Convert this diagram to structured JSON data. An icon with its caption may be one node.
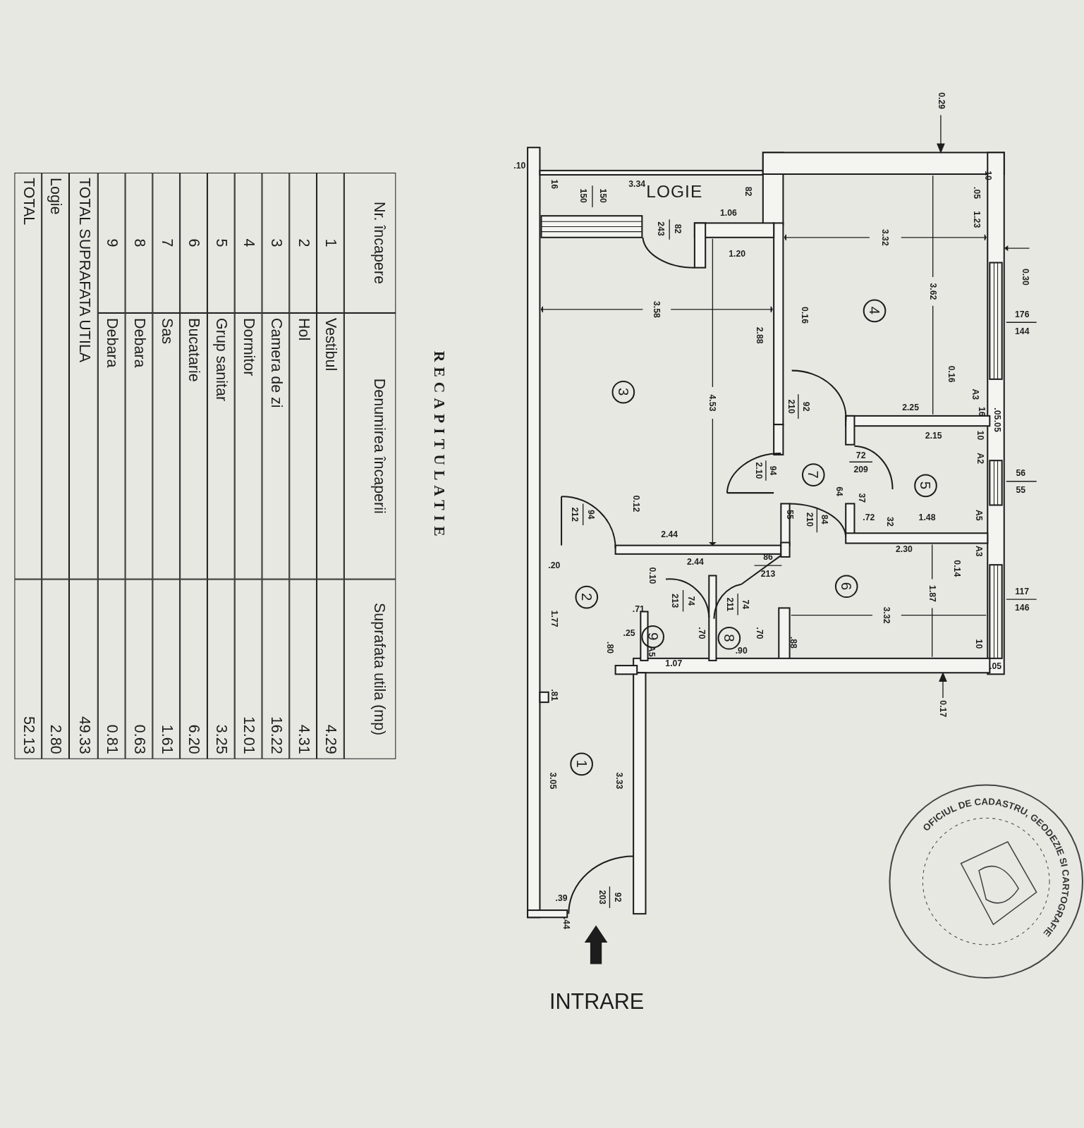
{
  "diagram": {
    "title": "RECAPITULATIE",
    "nodes": [
      {
        "text": [
          "LOGIE"
        ]
      },
      {
        "text": [
          "4"
        ]
      },
      {
        "text": [
          "3"
        ]
      },
      {
        "text": [
          "7"
        ]
      },
      {
        "text": [
          "5"
        ]
      },
      {
        "text": [
          "6"
        ]
      },
      {
        "text": [
          "2"
        ]
      },
      {
        "text": [
          "9"
        ]
      },
      {
        "text": [
          "8"
        ]
      },
      {
        "text": [
          "1"
        ]
      }
    ],
    "labels": [
      "0.29",
      ".10",
      "16",
      "3.34",
      "150",
      "150",
      "82",
      ".05",
      "10",
      "1.06",
      "82",
      "243",
      "1.23",
      "3.32",
      "1.20",
      "0.30",
      "3.62",
      "3.58",
      "0.16",
      "176",
      "144",
      "2.88",
      "0.16",
      "4.53",
      "92",
      "210",
      "2.25",
      "A3",
      "16",
      ".05",
      ".05",
      "2.15",
      "10",
      "A2",
      "72",
      "209",
      "94",
      "2.10",
      "56",
      "55",
      "64",
      "0.12",
      "37",
      "55",
      "84",
      "210",
      "94",
      "212",
      ".72",
      "32",
      "1.48",
      "A5",
      "2.44",
      "2.30",
      "A3",
      "2.44",
      ".20",
      "0.14",
      "86",
      "213",
      "0.10",
      "1.87",
      "117",
      "146",
      "74",
      "213",
      "74",
      "211",
      ".71",
      "3.32",
      "1.77",
      ".25",
      "A5",
      ".70",
      ".70",
      ".80",
      ".88",
      "10",
      "1.07",
      ".90",
      ".05",
      ".81",
      "0.17",
      "3.33",
      "3.05",
      ".39",
      "92",
      "203",
      ".44",
      "INTRARE",
      "OFICIUL DE CADASTRU, GEODEZIE SI CARTOGRAFIE",
      "Nr. încapere",
      "Denumirea încaperii",
      "Suprafata utila (mp)",
      "1",
      "Vestibul",
      "4.29",
      "2",
      "Hol",
      "4.31",
      "3",
      "Camera de zi",
      "16.22",
      "4",
      "Dormitor",
      "12.01",
      "5",
      "Grup sanitar",
      "3.25",
      "6",
      "Bucatarie",
      "6.20",
      "7",
      "Sas",
      "1.61",
      "8",
      "Debara",
      "0.63",
      "9",
      "Debara",
      "0.81",
      "TOTAL SUPRAFATA UTILA",
      "49.33",
      "Logie",
      "2.80",
      "TOTAL",
      "52.13"
    ]
  }
}
